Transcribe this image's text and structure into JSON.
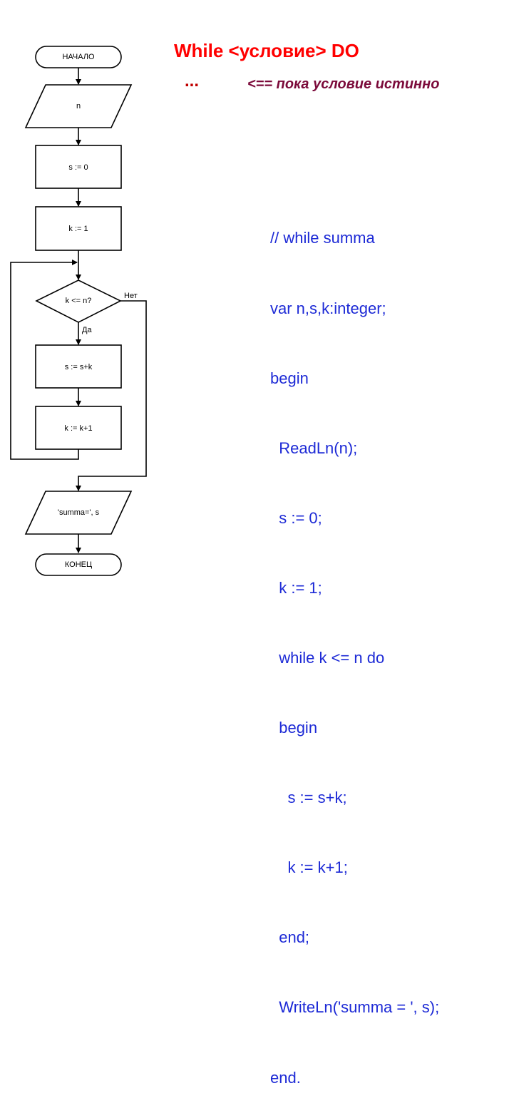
{
  "header": {
    "title": "While <условие> DO",
    "dots": "...",
    "note": "<== пока условие истинно"
  },
  "flowchart": {
    "start": "НАЧАЛО",
    "input": "n",
    "init_s": "s := 0",
    "init_k": "k := 1",
    "condition": "k <= n?",
    "no_label": "Нет",
    "yes_label": "Да",
    "body_s": "s := s+k",
    "body_k": "k := k+1",
    "output": "'summa=', s",
    "end": "КОНЕЦ"
  },
  "code": {
    "lines": [
      "// while summa",
      "var n,s,k:integer;",
      "begin",
      "  ReadLn(n);",
      "  s := 0;",
      "  k := 1;",
      "  while k <= n do",
      "  begin",
      "    s := s+k;",
      "    k := k+1;",
      "  end;",
      "  WriteLn('summa = ', s);",
      "end."
    ]
  },
  "colors": {
    "title": "#ff0000",
    "dots": "#c00000",
    "note": "#7b0a3a",
    "code": "#1d2ad6"
  }
}
